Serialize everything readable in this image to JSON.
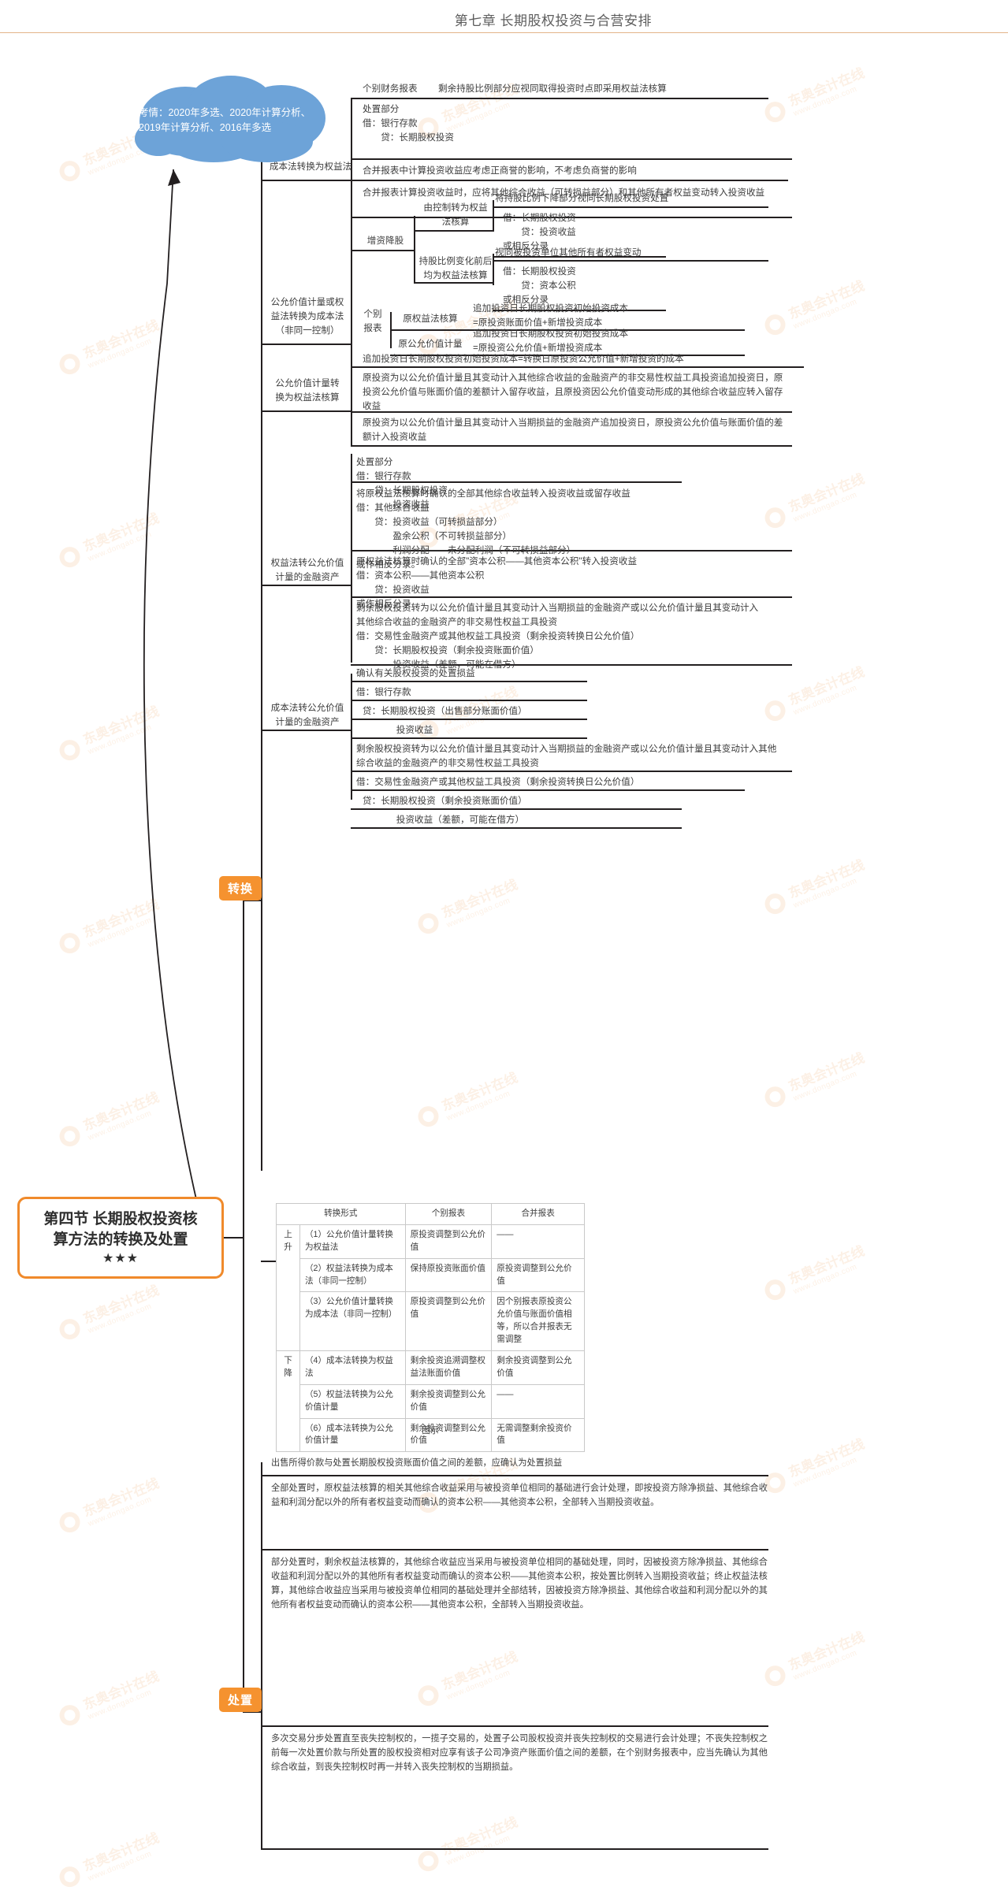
{
  "header": {
    "title": "第七章 长期股权投资与合营安排"
  },
  "root": {
    "line1": "第四节 长期股权投资核",
    "line2": "算方法的转换及处置",
    "stars": "★★★"
  },
  "cloud": {
    "line1": "考情：2020年多选、2020年计算分析、",
    "line2": "2019年计算分析、2016年多选"
  },
  "pills": {
    "conversion": "转换",
    "disposal": "处置"
  },
  "branches": {
    "cost_to_equity": {
      "label": "成本法转换为权益法",
      "individual_report_label": "个别财务报表",
      "individual_report_text": "剩余持股比例部分应视同取得投资时点即采用权益法核算",
      "disposal_entry": "处置部分\n借：银行存款\n　　贷：长期股权投资",
      "consolidated_note1": "合并报表中计算投资收益应考虑正商誉的影响，不考虑负商誉的影响",
      "consolidated_note2": "合并报表计算投资收益时，应将其他综合收益（可转损益部分）和其他所有者权益变动转入投资收益",
      "increase_decrease_label": "增资降股",
      "control_to_equity_label": "由控制转为权益\n法核算",
      "control_to_equity_head": "将持股比例下降部分视同长期股权投资处置",
      "control_to_equity_entry": "借：长期股权投资\n　　贷：投资收益\n或相反分录",
      "always_equity_label": "持股比例变化前后\n均为权益法核算",
      "always_equity_head": "视同被投资单位其他所有者权益变动",
      "always_equity_entry": "借：长期股权投资\n　　贷：资本公积\n或相反分录"
    },
    "fv_or_equity_to_cost": {
      "label": "公允价值计量或权\n益法转换为成本法\n（非同一控制）",
      "report_label": "个别\n报表",
      "sub1_label": "原权益法核算",
      "sub1_text": "追加投资日长期股权投资初始投资成本\n=原投资账面价值+新增投资成本",
      "sub2_label": "原公允价值计量",
      "sub2_text": "追加投资日长期股权投资初始投资成本\n=原投资公允价值+新增投资成本"
    },
    "fv_to_equity": {
      "label": "公允价值计量转\n换为权益法核算",
      "head": "追加投资日长期股权投资初始投资成本=转换日原投资公允价值+新增投资的成本",
      "item1": "原投资为以公允价值计量且其变动计入其他综合收益的金融资产的非交易性权益工具投资追加投资日，原投资公允价值与账面价值的差额计入留存收益，且原投资因公允价值变动形成的其他综合收益应转入留存收益",
      "item2": "原投资为以公允价值计量且其变动计入当期损益的金融资产追加投资日，原投资公允价值与账面价值的差额计入投资收益"
    },
    "equity_to_fv": {
      "label": "权益法转公允价值\n计量的金融资产",
      "item0": "处置部分\n借：银行存款\n　　贷：长期股权投资\n　　　　投资收益",
      "item1": "将原权益法核算时确认的全部其他综合收益转入投资收益或留存收益\n借：其他综合收益\n　　贷：投资收益（可转损益部分）\n　　　　盈余公积（不可转损益部分）\n　　　　利润分配——未分配利润（不可转损益部分）\n或作相反分录。",
      "item2": "原权益法核算时确认的全部\"资本公积——其他资本公积\"转入投资收益\n借：资本公积——其他资本公积\n　　贷：投资收益\n或作相反分录",
      "item3": "剩余股权投资转为以公允价值计量且其变动计入当期损益的金融资产或以公允价值计量且其变动计入其他综合收益的金融资产的非交易性权益工具投资\n借：交易性金融资产或其他权益工具投资（剩余投资转换日公允价值）\n　　贷：长期股权投资（剩余投资账面价值）\n　　　　投资收益（差额，可能在借方）"
    },
    "cost_to_fv": {
      "label": "成本法转公允价值\n计量的金融资产",
      "item0": "确认有关股权投资的处置损益",
      "item1": "借：银行存款",
      "item2": "贷：长期股权投资（出售部分账面价值）",
      "item3": "　　　投资收益",
      "item4": "剩余股权投资转为以公允价值计量且其变动计入当期损益的金融资产或以公允价值计量且其变动计入其他综合收益的金融资产的非交易性权益工具投资",
      "item5": "借：交易性金融资产或其他权益工具投资（剩余投资转换日公允价值）",
      "item6": "贷：长期股权投资（剩余投资账面价值）",
      "item7": "　　　投资收益（差额，可能在借方）"
    }
  },
  "table": {
    "caption": "图示",
    "headers": [
      "转换形式",
      "个别报表",
      "合并报表"
    ],
    "rows": [
      {
        "group": "上升",
        "rowspan": 3,
        "form": "（1）公允价值计量转换为权益法",
        "individual": "原投资调整到公允价值",
        "consolidated": "——"
      },
      {
        "group": "",
        "rowspan": 0,
        "form": "（2）权益法转换为成本法（非同一控制）",
        "individual": "保持原投资账面价值",
        "consolidated": "原投资调整到公允价值"
      },
      {
        "group": "",
        "rowspan": 0,
        "form": "（3）公允价值计量转换为成本法（非同一控制）",
        "individual": "原投资调整到公允价值",
        "consolidated": "因个别报表原投资公允价值与账面价值相等，所以合并报表无需调整"
      },
      {
        "group": "下降",
        "rowspan": 3,
        "form": "（4）成本法转换为权益法",
        "individual": "剩余投资追溯调整权益法账面价值",
        "consolidated": "剩余投资调整到公允价值"
      },
      {
        "group": "",
        "rowspan": 0,
        "form": "（5）权益法转换为公允价值计量",
        "individual": "剩余投资调整到公允价值",
        "consolidated": "——"
      },
      {
        "group": "",
        "rowspan": 0,
        "form": "（6）成本法转换为公允价值计量",
        "individual": "剩余投资调整到公允价值",
        "consolidated": "无需调整剩余投资价值"
      }
    ]
  },
  "disposal": {
    "p1": "出售所得价款与处置长期股权投资账面价值之间的差额，应确认为处置损益",
    "p2": "全部处置时，原权益法核算的相关其他综合收益采用与被投资单位相同的基础进行会计处理，即按投资方除净损益、其他综合收益和利润分配以外的所有者权益变动而确认的资本公积——其他资本公积，全部转入当期投资收益。",
    "p3": "部分处置时，剩余权益法核算的，其他综合收益应当采用与被投资单位相同的基础处理，同时，因被投资方除净损益、其他综合收益和利润分配以外的其他所有者权益变动而确认的资本公积——其他资本公积，按处置比例转入当期投资收益；终止权益法核算，其他综合收益应当采用与被投资单位相同的基础处理并全部结转，因被投资方除净损益、其他综合收益和利润分配以外的其他所有者权益变动而确认的资本公积——其他资本公积，全部转入当期投资收益。",
    "p4": "多次交易分步处置直至丧失控制权的，一揽子交易的，处置子公司股权投资并丧失控制权的交易进行会计处理；不丧失控制权之前每一次处置价款与所处置的股权投资相对应享有该子公司净资产账面价值之间的差额，在个别财务报表中，应当先确认为其他综合收益，到丧失控制权时再一并转入丧失控制权的当期损益。"
  },
  "watermarks": {
    "main": "东奥会计在线",
    "sub": "www.dongao.com"
  }
}
